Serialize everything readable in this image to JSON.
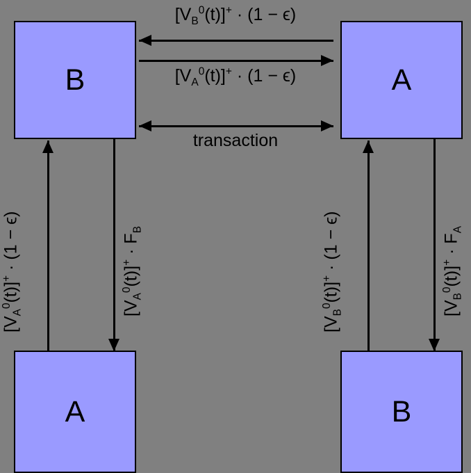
{
  "diagram": {
    "title": "Two-agent transaction flow diagram",
    "background_color": "#808080",
    "box_fill_color": "#9a9aff",
    "box_border_color": "#000000",
    "text_color": "#000000",
    "boxes": [
      {
        "id": "top-left",
        "label": "B",
        "position": "top-left"
      },
      {
        "id": "top-right",
        "label": "A",
        "position": "top-right"
      },
      {
        "id": "bottom-left",
        "label": "A",
        "position": "bottom-left"
      },
      {
        "id": "bottom-right",
        "label": "B",
        "position": "bottom-right"
      }
    ],
    "edges": {
      "top_arrow": {
        "direction": "left",
        "label_parts": {
          "pre": "[V",
          "sub": "B",
          "sup_zero": "0",
          "mid": "(t)]",
          "sup_plus": "+",
          "post": " · (1 − ϵ)"
        },
        "label_text": "[V_B^0(t)]^+ · (1 − ϵ)"
      },
      "second_arrow": {
        "direction": "right",
        "label_parts": {
          "pre": "[V",
          "sub": "A",
          "sup_zero": "0",
          "mid": "(t)]",
          "sup_plus": "+",
          "post": " · (1 − ϵ)"
        },
        "label_text": "[V_A^0(t)]^+ · (1 − ϵ)"
      },
      "transaction_arrow": {
        "direction": "both",
        "label_text": "transaction"
      },
      "left_outer_up": {
        "direction": "up",
        "label_parts": {
          "pre": "[V",
          "sub": "A",
          "sup_zero": "0",
          "mid": "(t)]",
          "sup_plus": "+",
          "post": " · (1 − ϵ)"
        },
        "label_text": "[V_A^0(t)]^+ · (1 − ϵ)"
      },
      "left_inner_down": {
        "direction": "down",
        "label_parts": {
          "pre": "[V",
          "sub": "A",
          "sup_zero": "0",
          "mid": "(t)]",
          "sup_plus": "+",
          "post": " · F",
          "post_sub": "B"
        },
        "label_text": "[V_A^0(t)]^+ · F_B"
      },
      "right_inner_up": {
        "direction": "up",
        "label_parts": {
          "pre": "[V",
          "sub": "B",
          "sup_zero": "0",
          "mid": "(t)]",
          "sup_plus": "+",
          "post": " · (1 − ϵ)"
        },
        "label_text": "[V_B^0(t)]^+ · (1 − ϵ)"
      },
      "right_outer_down": {
        "direction": "down",
        "label_parts": {
          "pre": "[V",
          "sub": "B",
          "sup_zero": "0",
          "mid": "(t)]",
          "sup_plus": "+",
          "post": " · F",
          "post_sub": "A"
        },
        "label_text": "[V_B^0(t)]^+ · F_A"
      }
    }
  }
}
